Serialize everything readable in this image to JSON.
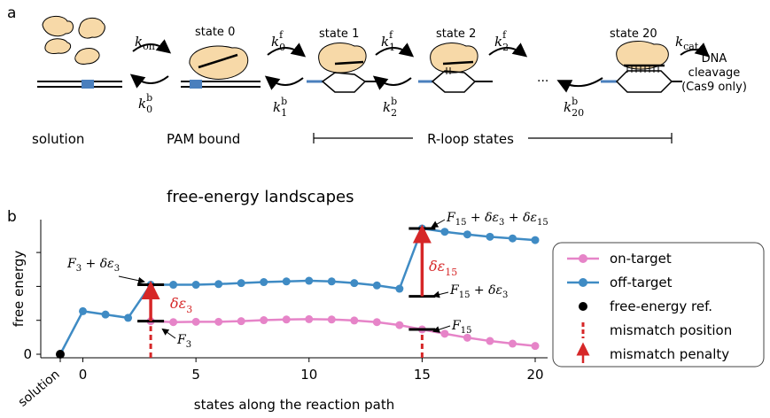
{
  "panel_a": {
    "panel_label": "a",
    "rates": {
      "kon": "k_on",
      "k0f": "k_0^f",
      "k1f": "k_1^f",
      "k2f": "k_2^f",
      "kcat": "k_cat",
      "k0b": "k_0^b",
      "k1b": "k_1^b",
      "k2b": "k_2^b",
      "k20b": "k_20^b"
    },
    "states": [
      "state 0",
      "state 1",
      "state 2",
      "state 20"
    ],
    "ellipsis": "...",
    "cleavage_line1": "DNA",
    "cleavage_line2": "cleavage",
    "cleavage_line3": "(Cas9 only)",
    "labels": {
      "solution": "solution",
      "pam_bound": "PAM bound",
      "rloop": "R-loop states"
    },
    "colors": {
      "protein": "#f7d9a8",
      "dna": "#000000",
      "pam": "#4a7fbd"
    }
  },
  "panel_b": {
    "panel_label": "b",
    "title": "free-energy landscapes",
    "chart_data": {
      "type": "line",
      "xlabel": "states along the reaction path",
      "ylabel": "free energy",
      "x_tick_labels": [
        "solution",
        "0",
        "5",
        "10",
        "15",
        "20"
      ],
      "x_ticks": [
        -1,
        0,
        5,
        10,
        15,
        20
      ],
      "y_tick_labels": [
        "0"
      ],
      "y_ticks": [
        0
      ],
      "xlim": [
        -1.2,
        20.6
      ],
      "ylim": [
        -0.1,
        4.3
      ],
      "grid": false,
      "legend_position": "right",
      "series": [
        {
          "name": "on-target",
          "color": "#e684c8",
          "x": [
            3,
            4,
            5,
            6,
            7,
            8,
            9,
            10,
            11,
            12,
            13,
            14,
            15,
            16,
            17,
            18,
            19,
            20
          ],
          "y": [
            1.0,
            0.97,
            0.98,
            0.98,
            1.0,
            1.03,
            1.05,
            1.06,
            1.05,
            1.02,
            0.97,
            0.88,
            0.75,
            0.62,
            0.5,
            0.4,
            0.32,
            0.25
          ]
        },
        {
          "name": "off-target",
          "color": "#3f8bc4",
          "x": [
            -1,
            0,
            1,
            2,
            3,
            4,
            5,
            6,
            7,
            8,
            9,
            10,
            11,
            12,
            13,
            14,
            15,
            16,
            17,
            18,
            19,
            20
          ],
          "y": [
            0,
            1.3,
            1.2,
            1.1,
            2.1,
            2.1,
            2.1,
            2.12,
            2.15,
            2.18,
            2.2,
            2.22,
            2.2,
            2.15,
            2.08,
            1.98,
            3.8,
            3.7,
            3.62,
            3.55,
            3.5,
            3.45
          ]
        }
      ],
      "reference_point": {
        "name": "free-energy ref.",
        "x": -1,
        "y": 0,
        "color": "#000000"
      },
      "mismatch_positions": [
        3,
        15
      ],
      "mismatch_color": "#d62728",
      "level_marks": [
        {
          "x": 3,
          "y": 2.1,
          "label": "F_3 + δε_3"
        },
        {
          "x": 3,
          "y": 1.0,
          "label": "F_3"
        },
        {
          "x": 15,
          "y": 3.8,
          "label": "F_15 + δε_3 + δε_15"
        },
        {
          "x": 15,
          "y": 1.75,
          "label": "F_15 + δε_3"
        },
        {
          "x": 15,
          "y": 0.75,
          "label": "F_15"
        }
      ],
      "penalties": [
        {
          "x": 3,
          "from": 1.0,
          "to": 2.1,
          "label": "δε_3"
        },
        {
          "x": 15,
          "from": 1.75,
          "to": 3.8,
          "label": "δε_15"
        }
      ],
      "legend_entries": [
        "on-target",
        "off-target",
        "free-energy ref.",
        "mismatch position",
        "mismatch penalty"
      ]
    }
  }
}
